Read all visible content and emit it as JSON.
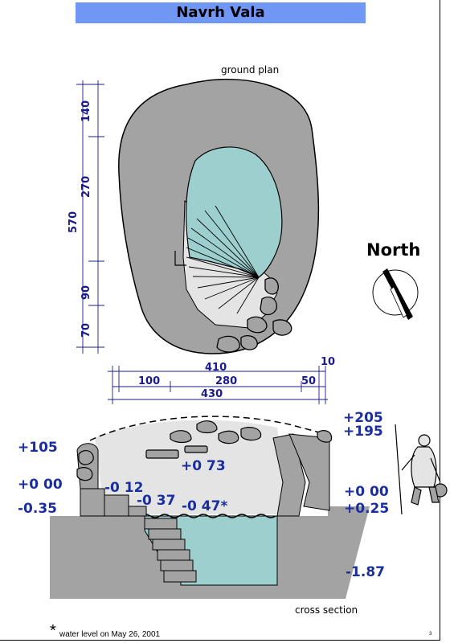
{
  "title": "Navrh Vala",
  "plan": {
    "label": "ground plan",
    "dims_vertical": [
      "140",
      "270",
      "570",
      "90",
      "70"
    ],
    "dims_horizontal": [
      "410",
      "10",
      "100",
      "280",
      "50",
      "430"
    ]
  },
  "north": {
    "label": "North"
  },
  "section": {
    "label": "cross section",
    "levels": [
      "+105",
      "+0 00",
      "-0.35",
      "-0 12",
      "-0 37",
      "-0 47*",
      "+0 73",
      "+205",
      "+195",
      "+0 00",
      "+0.25",
      "-1.87"
    ]
  },
  "footnote": {
    "star": "*",
    "text": "water level on May 26, 2001"
  },
  "page_number": "3",
  "colors": {
    "title_bar": "#6f97f3",
    "water": "#9ecfcf",
    "wall": "#a3a3a3",
    "floor": "#e4e4e4",
    "dimension": "#1a1a8c",
    "level": "#1a2ea0"
  }
}
